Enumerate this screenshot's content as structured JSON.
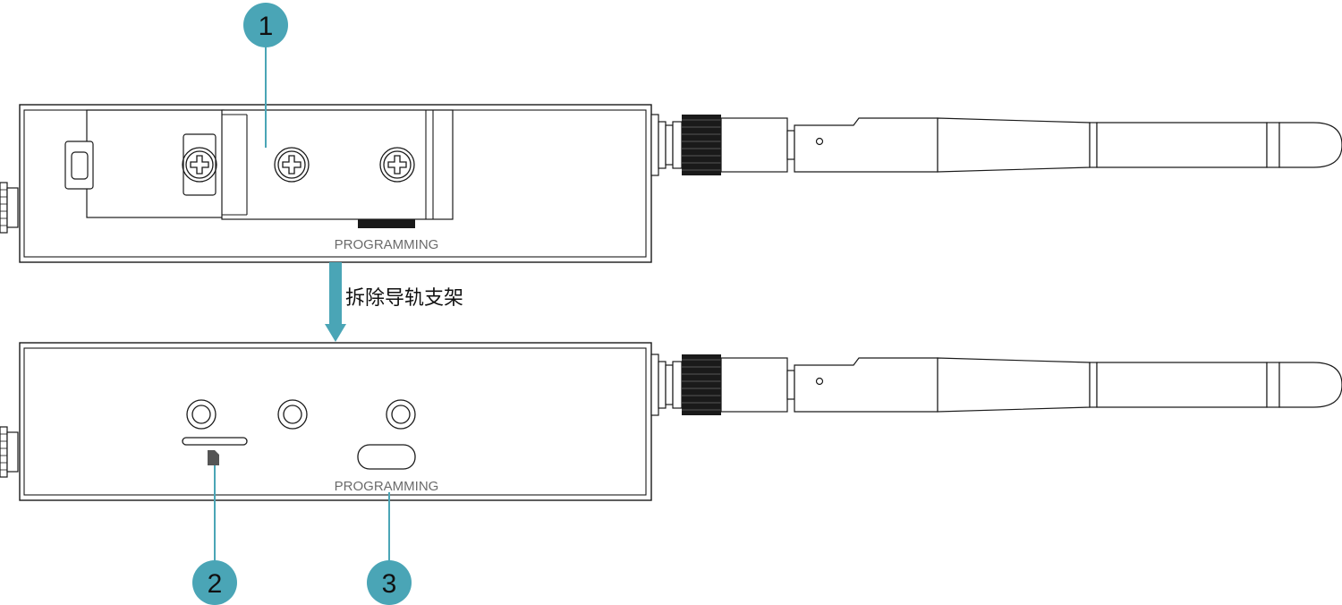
{
  "callouts": [
    {
      "number": "1"
    },
    {
      "number": "2"
    },
    {
      "number": "3"
    }
  ],
  "top_view": {
    "port_label": "PROGRAMMING"
  },
  "bottom_view": {
    "port_label": "PROGRAMMING"
  },
  "arrow": {
    "caption": "拆除导轨支架"
  },
  "colors": {
    "callout_fill": "#4aa5b6",
    "arrow_fill": "#4aa5b6",
    "stroke": "#1a1a1a"
  }
}
